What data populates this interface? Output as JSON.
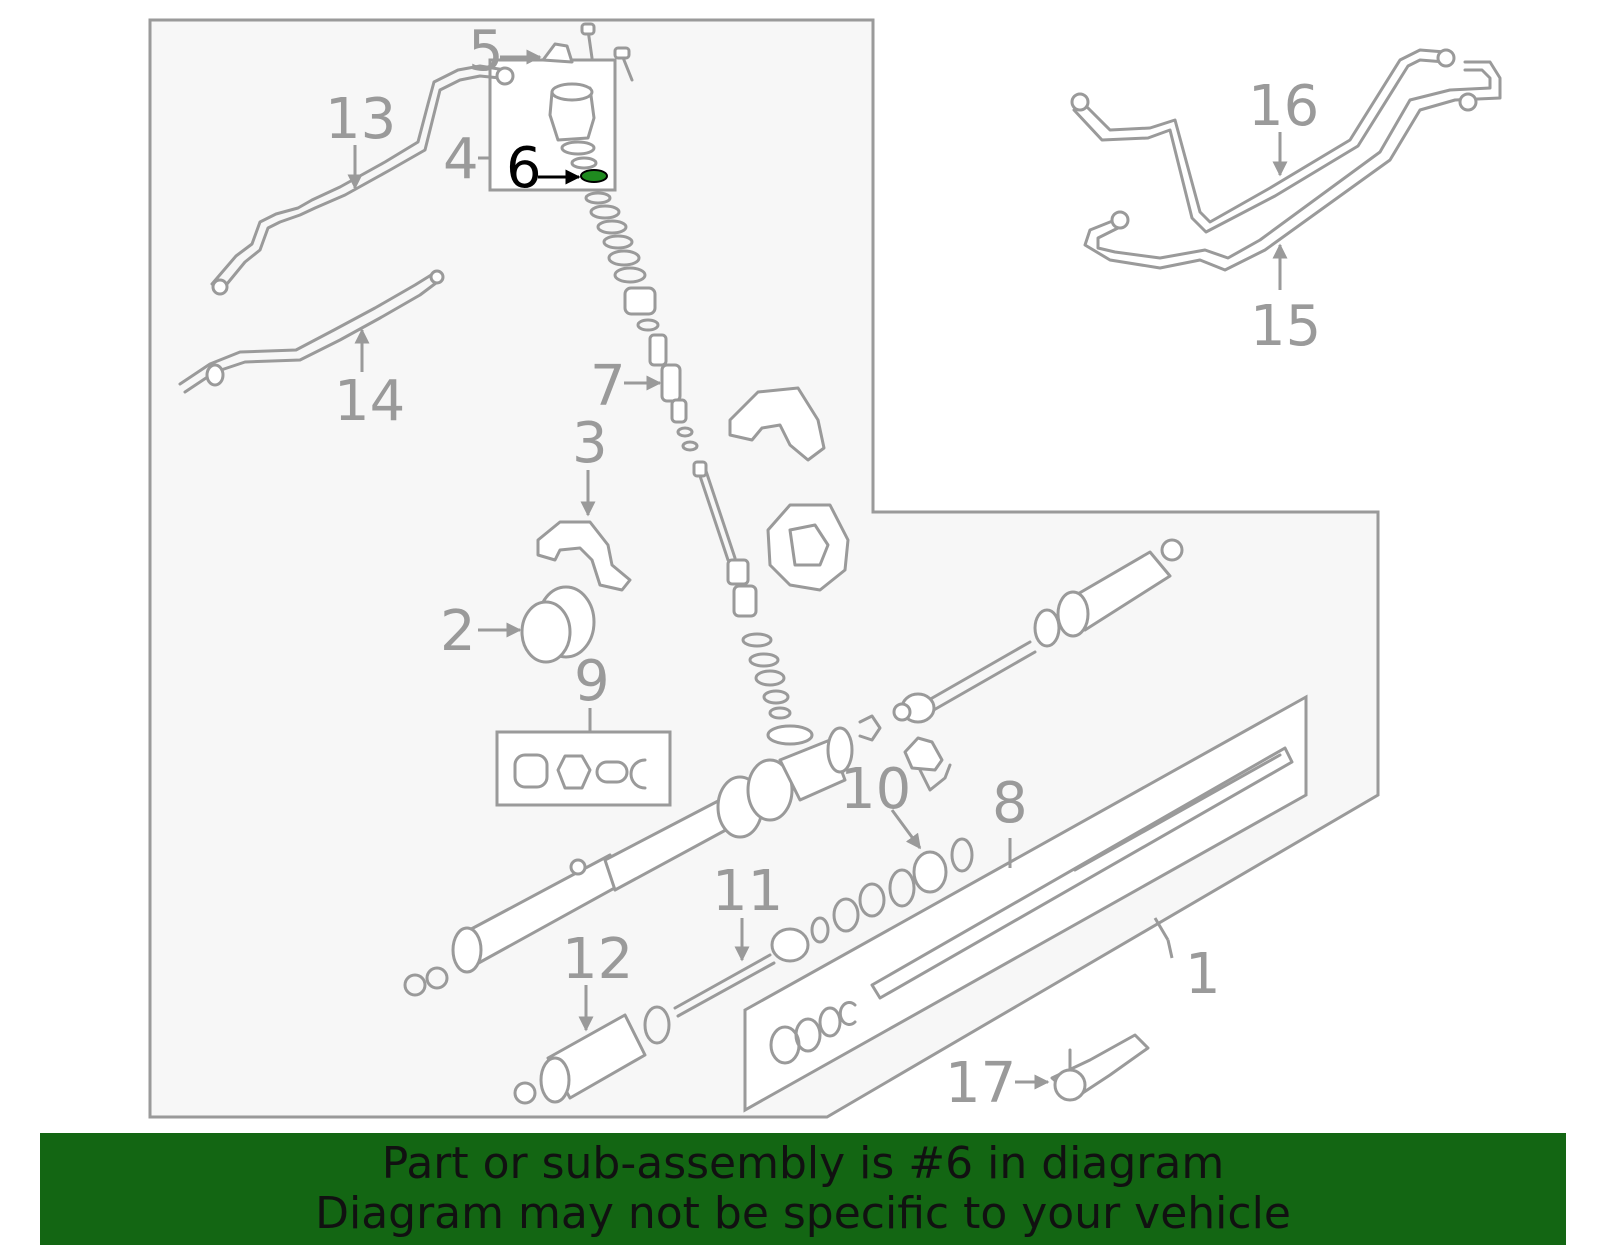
{
  "callouts": {
    "c1": "1",
    "c2": "2",
    "c3": "3",
    "c4": "4",
    "c5": "5",
    "c6": "6",
    "c7": "7",
    "c8": "8",
    "c9": "9",
    "c10": "10",
    "c11": "11",
    "c12": "12",
    "c13": "13",
    "c14": "14",
    "c15": "15",
    "c16": "16",
    "c17": "17"
  },
  "highlighted_part": "6",
  "banner": {
    "line1": "Part or sub-assembly is #6 in diagram",
    "line2": "Diagram may not be specific to your vehicle"
  },
  "colors": {
    "line": "#9a9a9a",
    "panel": "#f7f7f7",
    "highlight_part": "#1f8a1f",
    "banner": "#136613"
  }
}
